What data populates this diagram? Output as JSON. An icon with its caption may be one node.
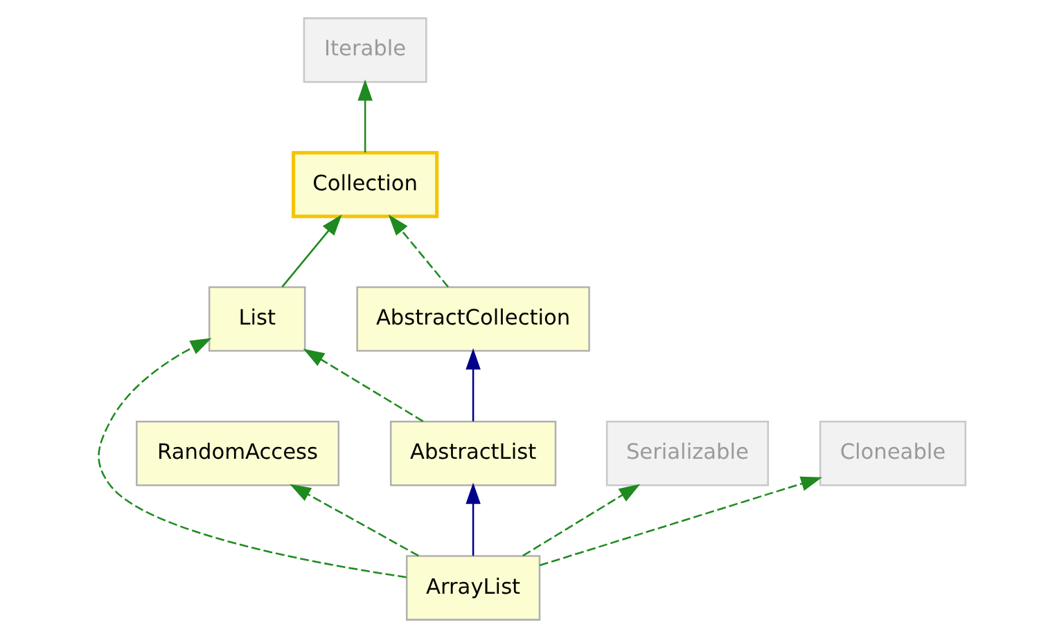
{
  "diagram": {
    "nodes": [
      {
        "text": [
          "Iterable"
        ]
      },
      {
        "text": [
          "Collection"
        ]
      },
      {
        "text": [
          "AbstractCollection"
        ]
      },
      {
        "text": [
          "List"
        ]
      },
      {
        "text": [
          "RandomAccess"
        ]
      },
      {
        "text": [
          "AbstractList"
        ]
      },
      {
        "text": [
          "Serializable"
        ]
      },
      {
        "text": [
          "Cloneable"
        ]
      },
      {
        "text": [
          "ArrayList"
        ]
      }
    ],
    "edges": [
      {
        "from": 1,
        "to": 0,
        "arrow": "to"
      },
      {
        "from": 2,
        "to": 1,
        "arrow": "to",
        "style": "dashed"
      },
      {
        "from": 3,
        "to": 1,
        "arrow": "to"
      },
      {
        "from": 5,
        "to": 2,
        "arrow": "to",
        "color": "#00008b"
      },
      {
        "from": 5,
        "to": 3,
        "arrow": "to",
        "style": "dashed"
      },
      {
        "from": 8,
        "to": 4,
        "arrow": "to",
        "style": "dashed"
      },
      {
        "from": 8,
        "to": 5,
        "arrow": "to",
        "color": "#00008b"
      },
      {
        "from": 8,
        "to": 3,
        "arrow": "to",
        "style": "dashed"
      },
      {
        "from": 8,
        "to": 6,
        "arrow": "to",
        "style": "dashed"
      },
      {
        "from": 8,
        "to": 7,
        "arrow": "to",
        "style": "dashed"
      }
    ]
  }
}
